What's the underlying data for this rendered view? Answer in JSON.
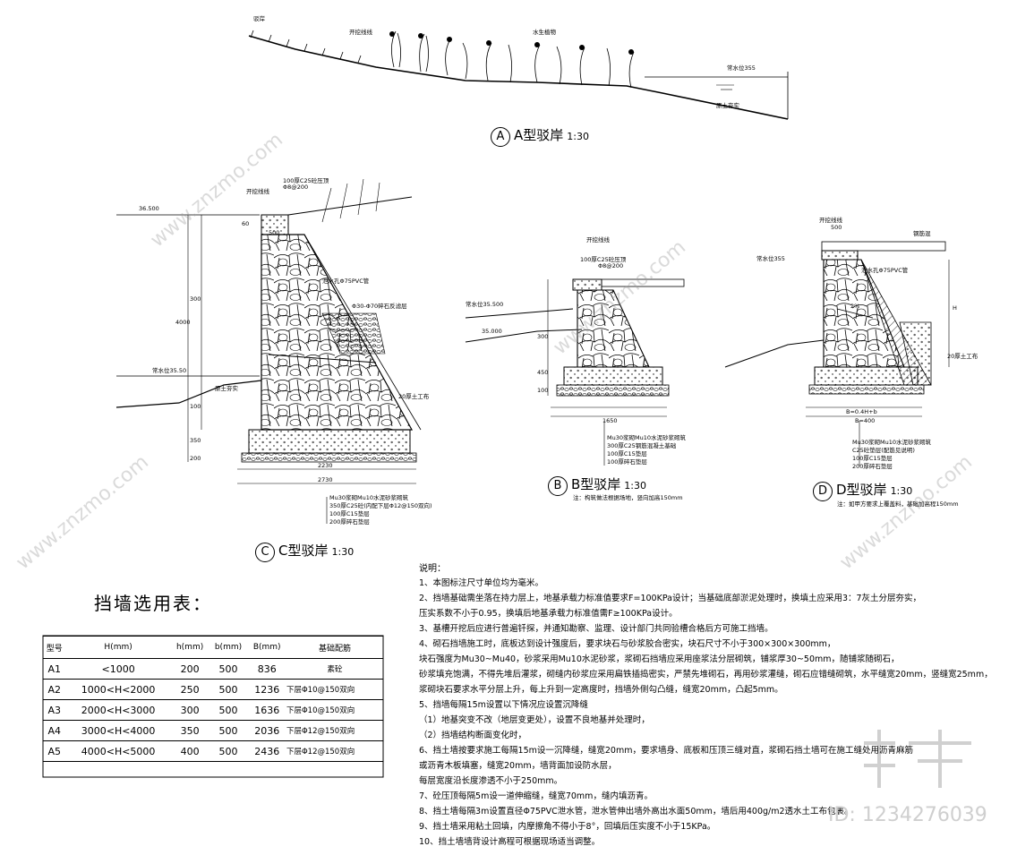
{
  "sections": {
    "A": {
      "letter": "A",
      "title": "A型驳岸",
      "scale": "1:30",
      "labels": {
        "l1": "驳岸",
        "l2": "开挖线线",
        "l3": "水生植物",
        "l4": "常水位355",
        "l5": "原土夯实"
      }
    },
    "B": {
      "letter": "B",
      "title": "B型驳岸",
      "scale": "1:30",
      "note": "注：构筑做法根据场地，竖向加高150mm",
      "dims": {
        "d1": "1650",
        "d2": "300",
        "d3": "100",
        "d4": "450"
      },
      "labels": {
        "l1": "开挖线线",
        "l2": "100厚C25砼压顶",
        "l3": "Φ8@200",
        "l4": "常水位35.500",
        "l5": "35.000"
      },
      "legend": [
        "Mu30浆砌Mu10水泥砂浆砌筑",
        "300厚C25钢筋混凝土基础",
        "100厚C15垫层",
        "100厚碎石垫层"
      ]
    },
    "C": {
      "letter": "C",
      "title": "C型驳岸",
      "scale": "1:30",
      "dims": {
        "top": "36.500",
        "h": "300",
        "hh": "4000",
        "water": "常水位35.50",
        "b1": "100",
        "b2": "350",
        "b3": "200",
        "w1": "2230",
        "w2": "2730",
        "b500": "500",
        "b60": "60"
      },
      "labels": {
        "l1": "开挖线线",
        "l2": "100厚C25砼压顶",
        "l3": "Φ8@200",
        "l4": "泄水孔Φ75PVC管",
        "l5": "Φ30-Φ70碎石反滤层",
        "l6": "原土夯实",
        "l7": "20厚土工布"
      },
      "legend": [
        "Mu30浆砌Mu10水泥砂浆砌筑",
        "350厚C25砼(内配下层Φ12@150双向)",
        "100厚C15垫层",
        "200厚碎石垫层"
      ]
    },
    "D": {
      "letter": "D",
      "title": "D型驳岸",
      "scale": "1:30",
      "note": "注：如甲方要求上覆盖料，基础加高程150mm",
      "dims": {
        "w": "500",
        "b": "B=400",
        "bb": "B=0.4H+b",
        "h": "H",
        "water": "常水位355"
      },
      "labels": {
        "l1": "开挖线线",
        "l2": "钢筋混",
        "l3": "泄水孔Φ75PVC管",
        "l4": "2%",
        "l5": "20厚土工布"
      },
      "legend": [
        "Mu30浆砌Mu10水泥砂浆砌筑",
        "C25砼垫层(配筋见说明)",
        "100厚C15垫层",
        "200厚碎石垫层"
      ]
    }
  },
  "notes": {
    "title": "说明：",
    "items": [
      "1、本图标注尺寸单位均为毫米。",
      "2、挡墙基础需坐落在持力层上，地基承载力标准值要求F=100KPa设计；当基础底部淤泥处理时，换填土应采用3：7灰土分层夯实，",
      "   压实系数不小于0.95，换填后地基承载力标准值需F≥100KPa设计。",
      "3、基槽开挖后应进行普遍钎探，并通知勘察、监理、设计部门共同验槽合格后方可施工挡墙。",
      "4、砌石挡墙施工时，底板达到设计强度后，要求块石与砂浆胶合密实，块石尺寸不小于300×300×300mm，",
      "   块石强度为Mu30~Mu40，砂浆采用Mu10水泥砂浆，浆砌石挡墙应采用座浆法分层砌筑，铺浆厚30~50mm，随铺浆随砌石，",
      "   砂浆填充饱满，不得先堆后灌浆，砌缝内砂浆应采用扁铁插捣密实，严禁先堆砌石，再用砂浆灌缝，砌石应错缝砌筑，水平缝宽20mm，竖缝宽25mm，",
      "   浆砌块石要求水平分层上升，每上升到一定高度时，挡墙外侧勾凸缝，缝宽20mm，凸起5mm。",
      "5、挡墙每隔15m设置以下情况应设置沉降缝",
      "   （1）地基突变不改（地层变更处），设置不良地基并处理时，",
      "   （2）挡墙结构断面变化时，",
      "6、挡土墙按要求施工每隔15m设一沉降缝，缝宽20mm，要求墙身、底板和压顶三缝对直，浆砌石挡土墙可在施工缝处用沥青麻筋",
      "   或沥青木板填塞，缝宽20mm，墙背面加设防水层，",
      "   每层宽度沿长度渗透不小于250mm。",
      "7、砼压顶每隔5m设一道伸缩缝，缝宽70mm，缝内填沥青。",
      "8、挡土墙每隔3m设置直径Φ75PVC泄水管，泄水管伸出墙外高出水面50mm，墙后用400g/m2透水土工布包裹。",
      "9、挡土墙采用粘土回填，内摩擦角不得小于8°，回填后压实度不小于15KPa。",
      "10、挡土墙墙背设计高程可根据现场适当调整。"
    ]
  },
  "table": {
    "title": "挡墙选用表：",
    "headers": [
      "型号",
      "H(mm)",
      "h(mm)",
      "b(mm)",
      "B(mm)",
      "基础配筋"
    ],
    "rows": [
      [
        "A1",
        "<1000",
        "200",
        "500",
        "836",
        "素砼"
      ],
      [
        "A2",
        "1000<H<2000",
        "250",
        "500",
        "1236",
        "下层Φ10@150双向"
      ],
      [
        "A3",
        "2000<H<3000",
        "300",
        "500",
        "1636",
        "下层Φ10@150双向"
      ],
      [
        "A4",
        "3000<H<4000",
        "350",
        "500",
        "2036",
        "下层Φ12@150双向"
      ],
      [
        "A5",
        "4000<H<5000",
        "400",
        "500",
        "2436",
        "下层Φ12@150双向"
      ]
    ]
  },
  "brand": {
    "logo": "知末",
    "id": "ID: 1234276039",
    "watermark": "www.znzmo.com"
  }
}
